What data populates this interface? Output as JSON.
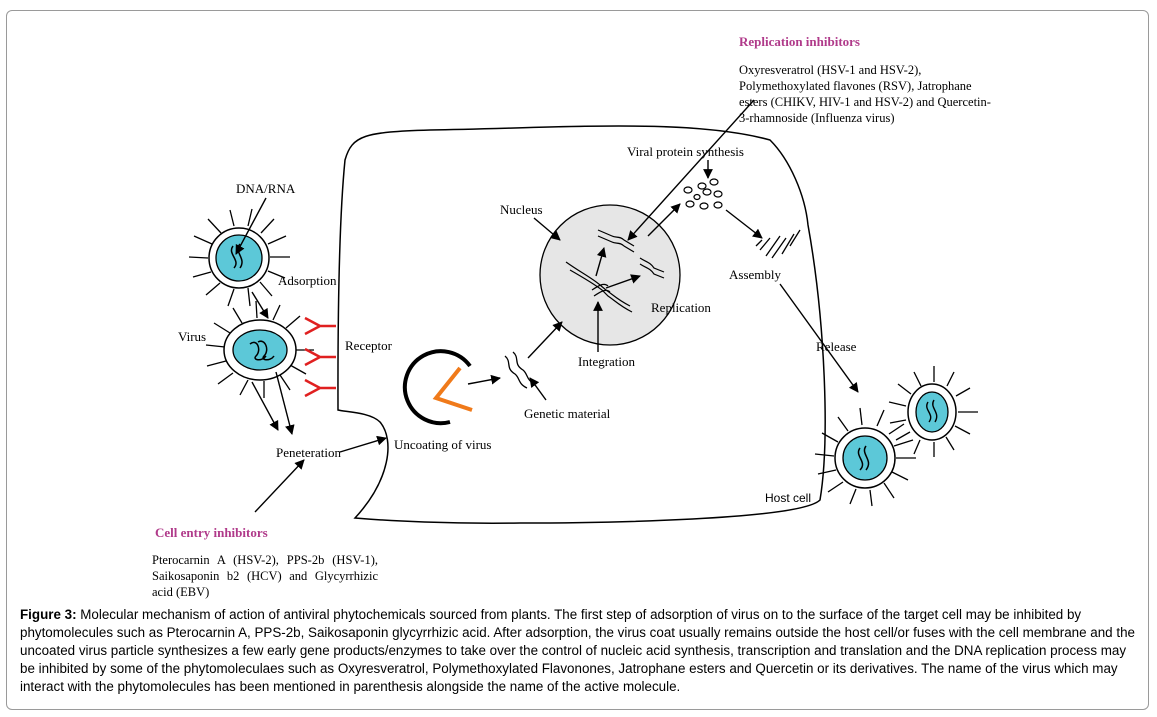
{
  "labels": {
    "dna_rna": "DNA/RNA",
    "adsorption": "Adsorption",
    "virus": "Virus",
    "receptor": "Receptor",
    "peneteration": "Peneteration",
    "uncoating": "Uncoating  of virus",
    "genetic_material": "Genetic material",
    "nucleus": "Nucleus",
    "integration": "Integration",
    "replication": "Replication",
    "viral_protein_synthesis": "Viral protein synthesis",
    "assembly": "Assembly",
    "release": "Release",
    "host_cell": "Host cell"
  },
  "cell_entry_inhibitors": {
    "title": "Cell entry inhibitors",
    "text": "Pterocarnin A (HSV-2), PPS-2b (HSV-1), Saikosaponin b2 (HCV) and Glycyrrhizic acid (EBV)"
  },
  "replication_inhibitors": {
    "title": "Replication inhibitors",
    "text": "Oxyresveratrol (HSV-1 and HSV-2), Polymethoxylated flavones (RSV), Jatrophane esters (CHIKV, HIV-1 and HSV-2) and Quercetin-3-rhamnoside (Influenza virus)"
  },
  "caption": {
    "label": "Figure 3:",
    "text": " Molecular mechanism of action of antiviral phytochemicals sourced from plants. The first step of adsorption of virus on to the surface of the target cell may be inhibited by phytomolecules such as Pterocarnin A, PPS-2b, Saikosaponin glycyrrhizic acid. After adsorption, the virus coat usually remains outside the host cell/or fuses with the cell membrane and the uncoated virus particle synthesizes a few early gene products/enzymes to take over the control of nucleic acid synthesis, transcription and translation and the DNA replication process may be inhibited by some of the phytomoleculaes such as Oxyresveratrol, Polymethoxylated Flavonones, Jatrophane esters and Quercetin or its derivatives. The name of the virus which may interact with the phytomolecules has been mentioned in parenthesis alongside the name of the active molecule."
  },
  "colors": {
    "virus_fill": "#5cc8d8",
    "receptor": "#e02020",
    "inhibitor_title": "#b03a8a",
    "nucleus_fill": "#e6e6e6",
    "uncoating_orange": "#f07a1a"
  }
}
